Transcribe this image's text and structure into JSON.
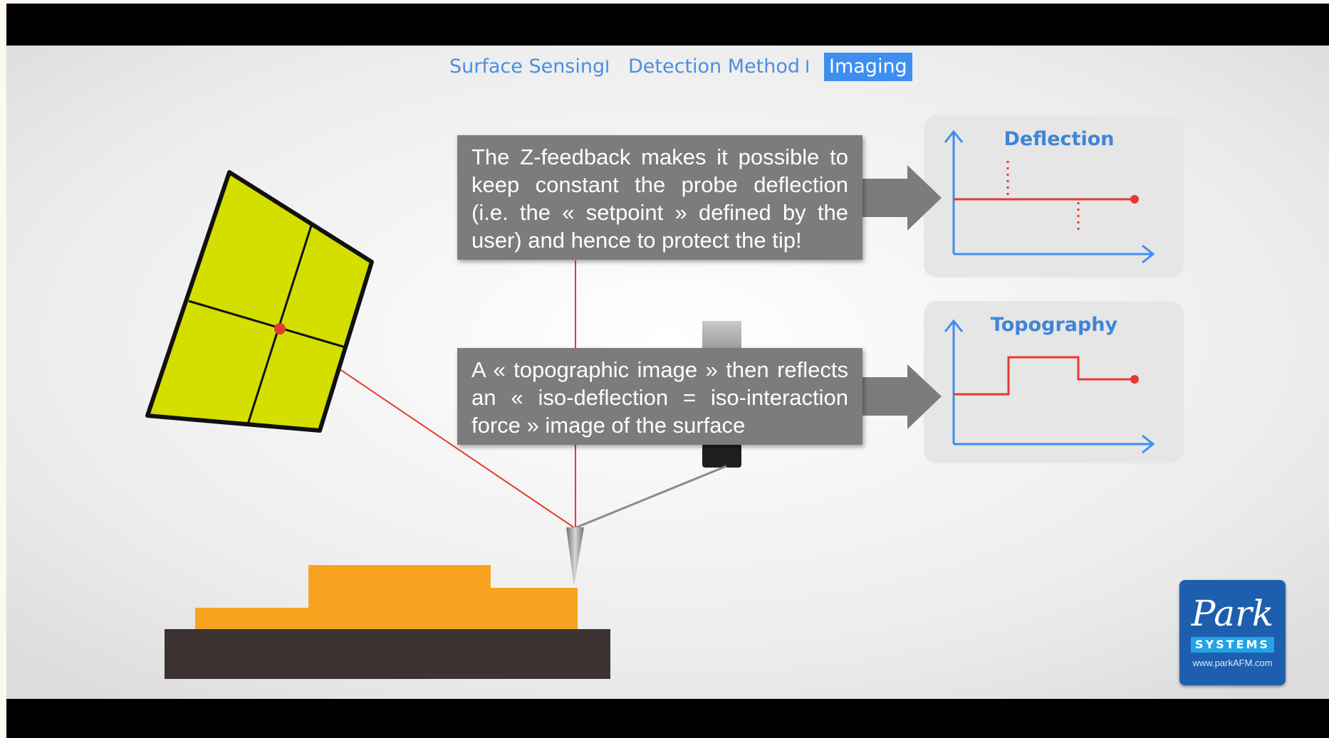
{
  "tabs": [
    {
      "label": "Surface Sensing",
      "active": false
    },
    {
      "label": "Detection Method",
      "active": false
    },
    {
      "label": "Imaging",
      "active": true
    }
  ],
  "tab_separator": "I",
  "callouts": {
    "feedback": "The Z-feedback makes it possible to keep constant the probe deflection (i.e. the « setpoint » defined by the user) and hence to protect the tip!",
    "topographic": "A « topographic image » then reflects an « iso-deflection = iso-interaction force » image of the surface"
  },
  "graphs": {
    "deflection": {
      "title": "Deflection"
    },
    "topography": {
      "title": "Topography"
    }
  },
  "logo": {
    "name": "Park",
    "tagline": "SYSTEMS",
    "url": "www.parkAFM.com"
  },
  "colors": {
    "letterbox": "#000000",
    "detector": "#d4df00",
    "sample_step": "#f7a320",
    "substrate": "#3b3331",
    "laser": "#e53935",
    "axis": "#3d8ef0",
    "callout": "#7c7c7c",
    "logo_blue": "#1d5fae"
  }
}
